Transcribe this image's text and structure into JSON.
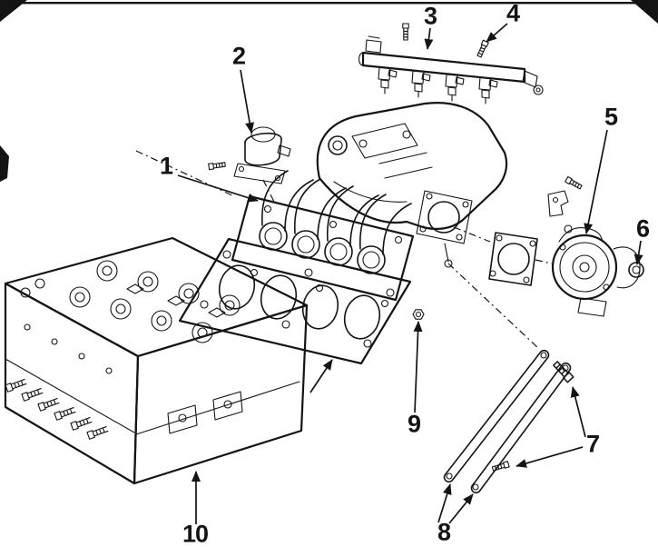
{
  "figure": {
    "ink_color": "#141414",
    "paper_color": "#ffffff",
    "callouts": [
      {
        "label": "1"
      },
      {
        "label": "2"
      },
      {
        "label": "3"
      },
      {
        "label": "4"
      },
      {
        "label": "5"
      },
      {
        "label": "6"
      },
      {
        "label": "7"
      },
      {
        "label": "8"
      },
      {
        "label": "9"
      },
      {
        "label": "10"
      }
    ]
  }
}
